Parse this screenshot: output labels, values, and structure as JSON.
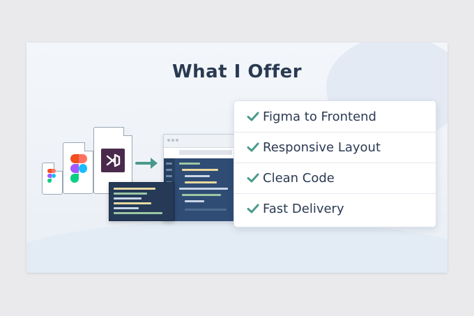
{
  "title": "What I Offer",
  "colors": {
    "accent": "#4a9a8c",
    "heading": "#2a3a52",
    "code_bg": "#2f4c75"
  },
  "icons": {
    "figma_small": "figma-icon",
    "figma_large": "figma-icon",
    "vscode": "vscode-icon",
    "arrow": "arrow-right-icon",
    "check": "check-icon"
  },
  "offers": [
    {
      "label": "Figma to Frontend"
    },
    {
      "label": "Responsive Layout"
    },
    {
      "label": "Clean Code"
    },
    {
      "label": "Fast Delivery"
    }
  ]
}
